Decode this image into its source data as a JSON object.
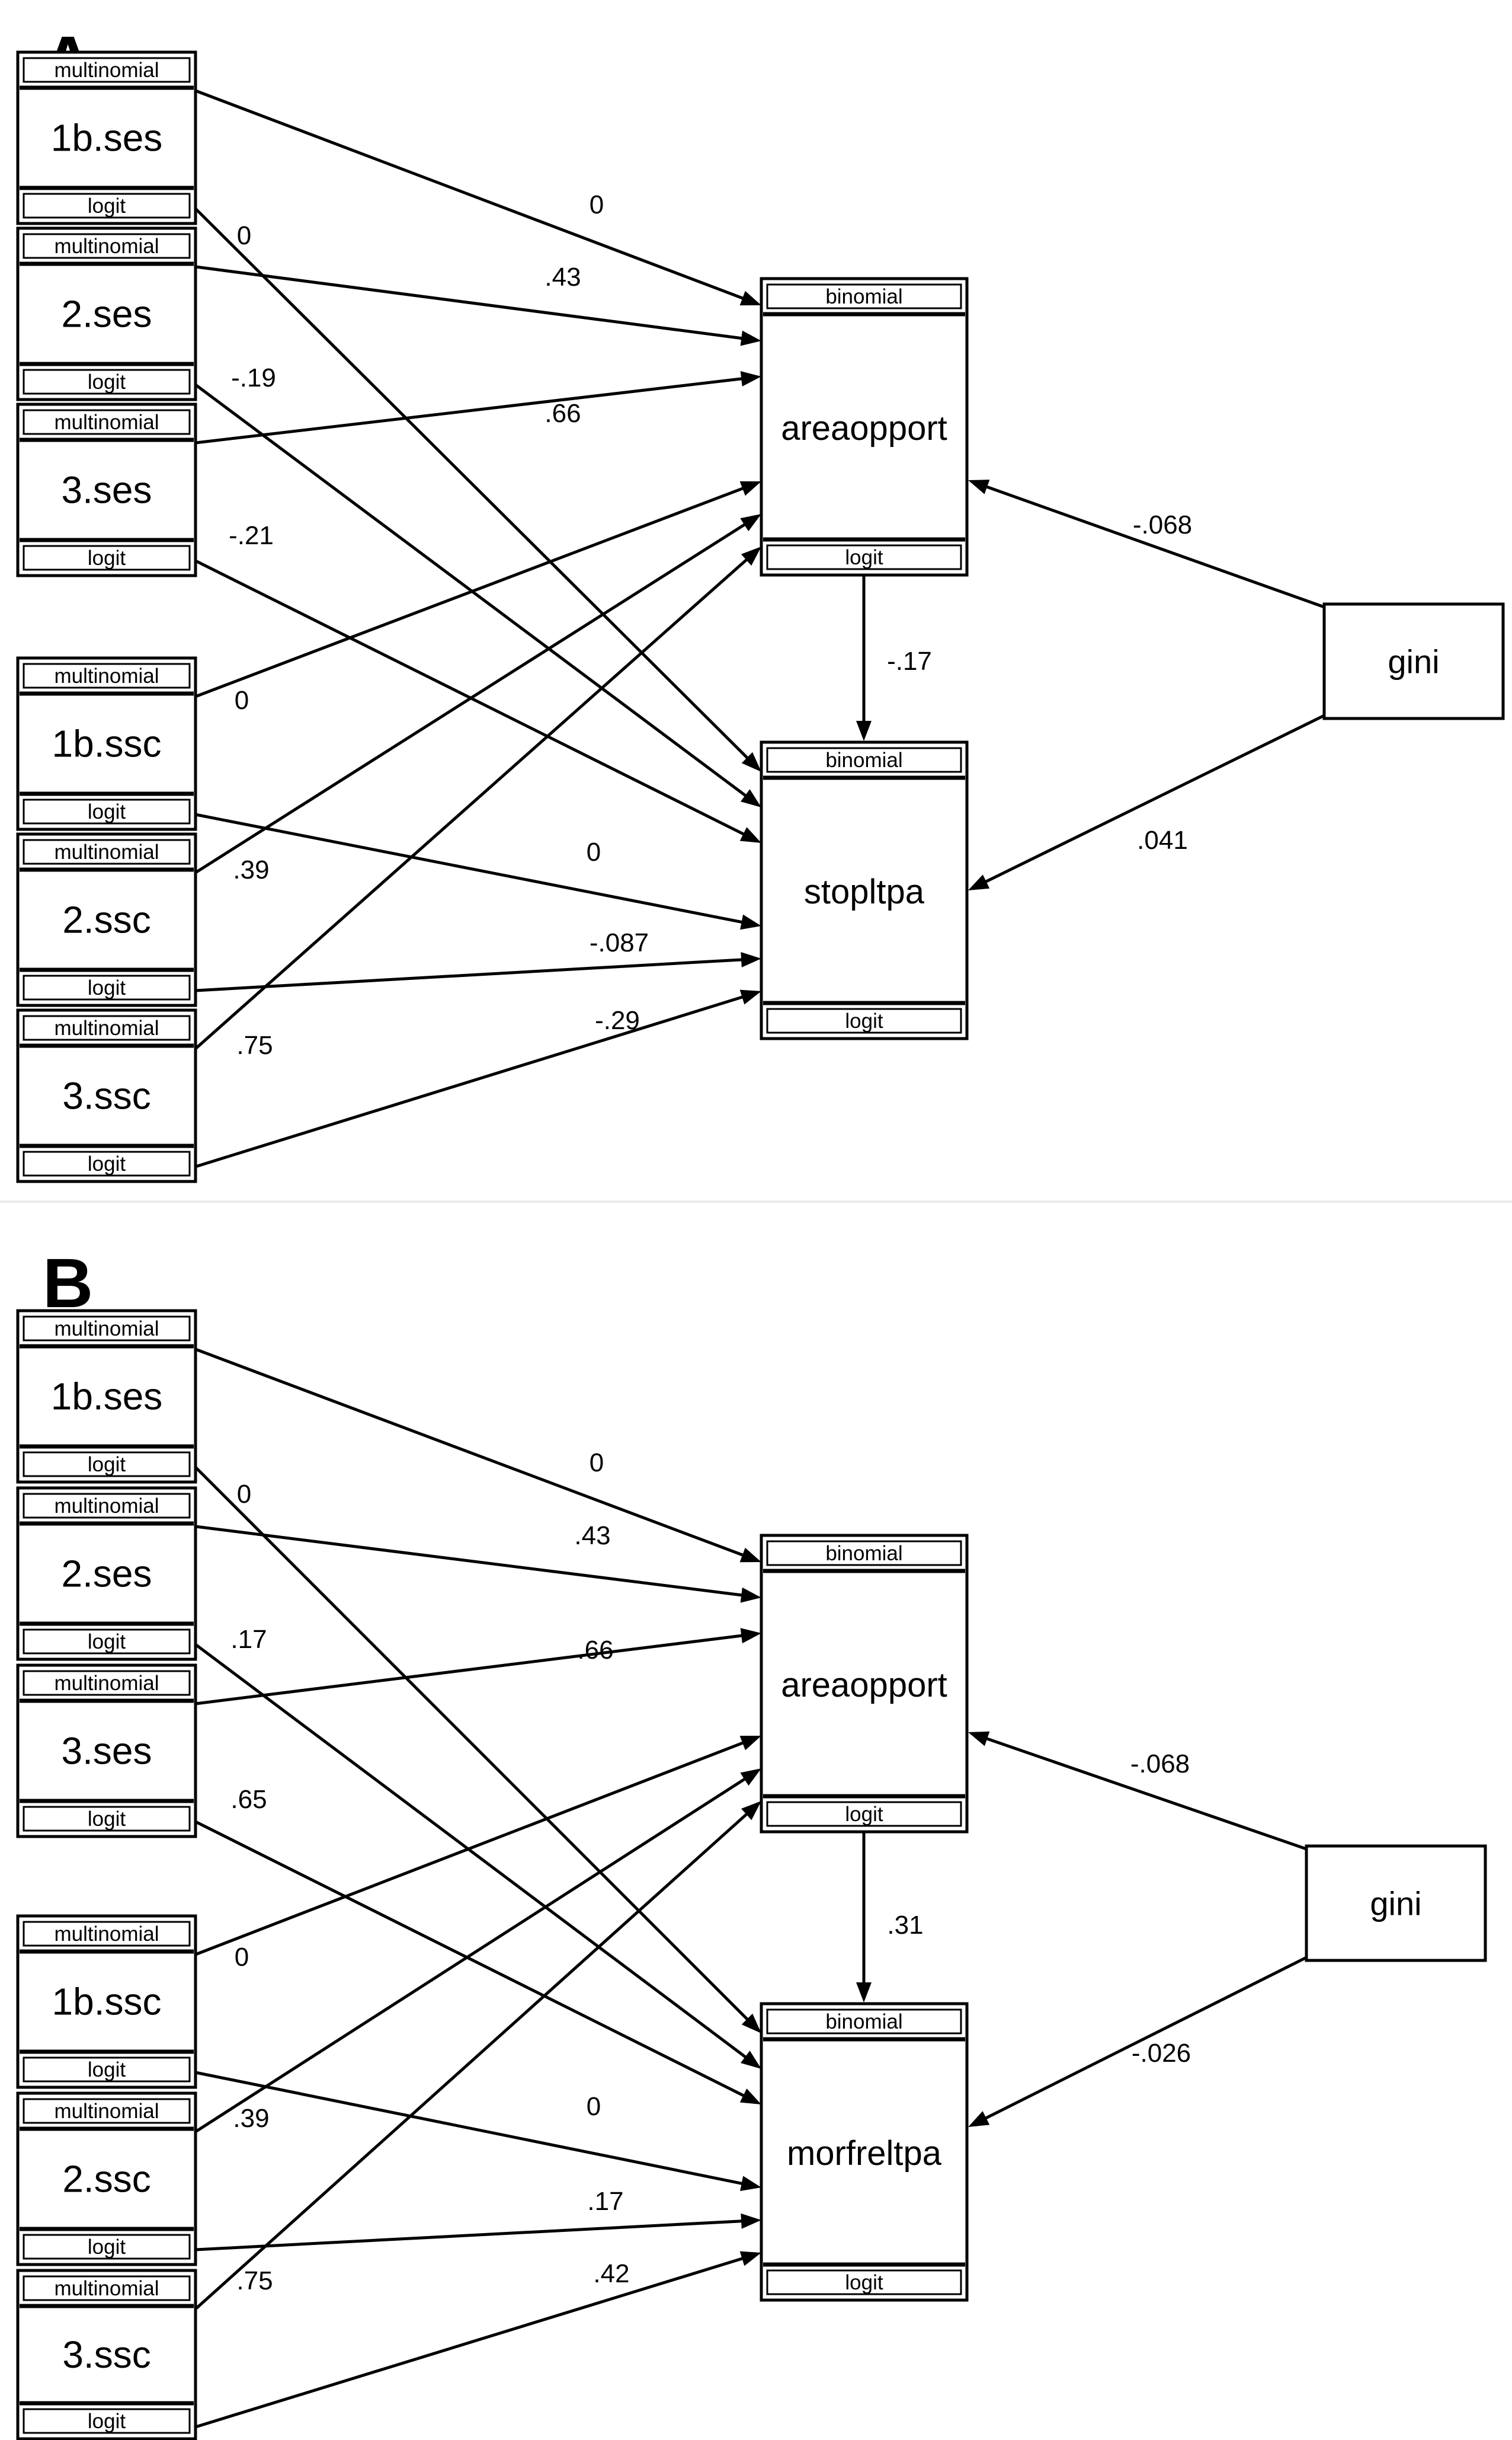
{
  "figure": {
    "background_color": "#ffffff",
    "line_color": "#000000",
    "divider_color": "#ebebeb"
  },
  "panels": [
    {
      "label": "A",
      "nodes": {
        "ses1b": {
          "title": "1b.ses",
          "top_band": "multinomial",
          "bottom_band": "logit"
        },
        "ses2": {
          "title": "2.ses",
          "top_band": "multinomial",
          "bottom_band": "logit"
        },
        "ses3": {
          "title": "3.ses",
          "top_band": "multinomial",
          "bottom_band": "logit"
        },
        "ssc1b": {
          "title": "1b.ssc",
          "top_band": "multinomial",
          "bottom_band": "logit"
        },
        "ssc2": {
          "title": "2.ssc",
          "top_band": "multinomial",
          "bottom_band": "logit"
        },
        "ssc3": {
          "title": "3.ssc",
          "top_band": "multinomial",
          "bottom_band": "logit"
        },
        "area": {
          "title": "areaopport",
          "top_band": "binomial",
          "bottom_band": "logit"
        },
        "out": {
          "title": "stopltpa",
          "top_band": "binomial",
          "bottom_band": "logit"
        },
        "gini": {
          "title": "gini"
        }
      },
      "edges": [
        {
          "from": "ses1b",
          "to": "area",
          "label": "0"
        },
        {
          "from": "ses2",
          "to": "area",
          "label": ".43"
        },
        {
          "from": "ses3",
          "to": "area",
          "label": ".66"
        },
        {
          "from": "ses1b",
          "to": "out",
          "label": "0"
        },
        {
          "from": "ses2",
          "to": "out",
          "label": "-.19"
        },
        {
          "from": "ses3",
          "to": "out",
          "label": "-.21"
        },
        {
          "from": "ssc1b",
          "to": "area",
          "label": "0"
        },
        {
          "from": "ssc2",
          "to": "area",
          "label": ".39"
        },
        {
          "from": "ssc3",
          "to": "area",
          "label": ".75"
        },
        {
          "from": "ssc1b",
          "to": "out",
          "label": "0"
        },
        {
          "from": "ssc2",
          "to": "out",
          "label": "-.087"
        },
        {
          "from": "ssc3",
          "to": "out",
          "label": "-.29"
        },
        {
          "from": "area",
          "to": "out",
          "label": "-.17"
        },
        {
          "from": "gini",
          "to": "area",
          "label": "-.068"
        },
        {
          "from": "gini",
          "to": "out",
          "label": ".041"
        }
      ]
    },
    {
      "label": "B",
      "nodes": {
        "ses1b": {
          "title": "1b.ses",
          "top_band": "multinomial",
          "bottom_band": "logit"
        },
        "ses2": {
          "title": "2.ses",
          "top_band": "multinomial",
          "bottom_band": "logit"
        },
        "ses3": {
          "title": "3.ses",
          "top_band": "multinomial",
          "bottom_band": "logit"
        },
        "ssc1b": {
          "title": "1b.ssc",
          "top_band": "multinomial",
          "bottom_band": "logit"
        },
        "ssc2": {
          "title": "2.ssc",
          "top_band": "multinomial",
          "bottom_band": "logit"
        },
        "ssc3": {
          "title": "3.ssc",
          "top_band": "multinomial",
          "bottom_band": "logit"
        },
        "area": {
          "title": "areaopport",
          "top_band": "binomial",
          "bottom_band": "logit"
        },
        "out": {
          "title": "morfreltpa",
          "top_band": "binomial",
          "bottom_band": "logit"
        },
        "gini": {
          "title": "gini"
        }
      },
      "edges": [
        {
          "from": "ses1b",
          "to": "area",
          "label": "0"
        },
        {
          "from": "ses2",
          "to": "area",
          "label": ".43"
        },
        {
          "from": "ses3",
          "to": "area",
          "label": ".66"
        },
        {
          "from": "ses1b",
          "to": "out",
          "label": "0"
        },
        {
          "from": "ses2",
          "to": "out",
          "label": ".17"
        },
        {
          "from": "ses3",
          "to": "out",
          "label": ".65"
        },
        {
          "from": "ssc1b",
          "to": "area",
          "label": "0"
        },
        {
          "from": "ssc2",
          "to": "area",
          "label": ".39"
        },
        {
          "from": "ssc3",
          "to": "area",
          "label": ".75"
        },
        {
          "from": "ssc1b",
          "to": "out",
          "label": "0"
        },
        {
          "from": "ssc2",
          "to": "out",
          "label": ".17"
        },
        {
          "from": "ssc3",
          "to": "out",
          "label": ".42"
        },
        {
          "from": "area",
          "to": "out",
          "label": ".31"
        },
        {
          "from": "gini",
          "to": "area",
          "label": "-.068"
        },
        {
          "from": "gini",
          "to": "out",
          "label": "-.026"
        }
      ]
    }
  ]
}
